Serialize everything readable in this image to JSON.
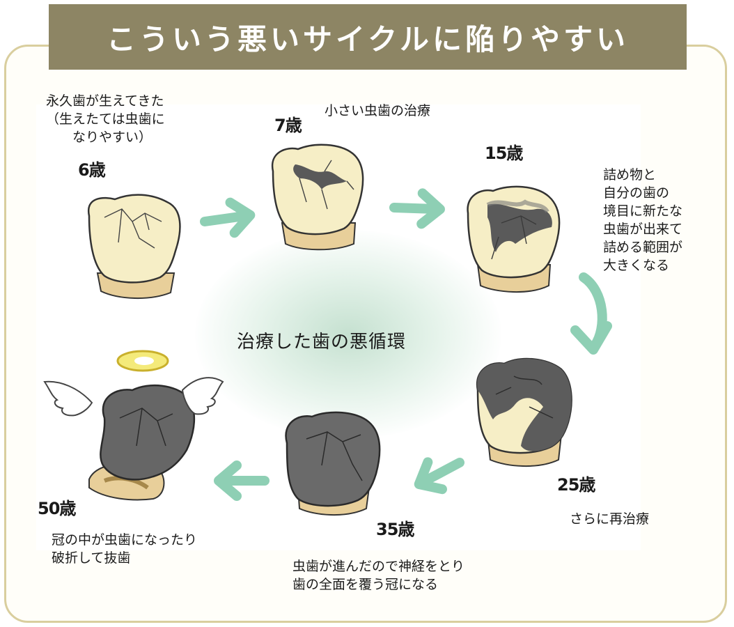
{
  "banner": {
    "title": "こういう悪いサイクルに陥りやすい"
  },
  "center_label": "治療した歯の悪循環",
  "stages": {
    "s6": {
      "age": "6歳",
      "note": "永久歯が生えてきた\n（生えたては虫歯に\n　　なりやすい）"
    },
    "s7": {
      "age": "7歳",
      "note": "小さい虫歯の治療"
    },
    "s15": {
      "age": "15歳",
      "note": "詰め物と\n自分の歯の\n境目に新たな\n虫歯が出来て\n詰める範囲が\n大きくなる"
    },
    "s25": {
      "age": "25歳",
      "note": "さらに再治療"
    },
    "s35": {
      "age": "35歳",
      "note": "虫歯が進んだので神経をとり\n歯の全面を覆う冠になる"
    },
    "s50": {
      "age": "50歳",
      "note": "冠の中が虫歯になったり\n破折して抜歯"
    }
  },
  "colors": {
    "banner": "#8d8564",
    "frame": "#d9ce9e",
    "arrow": "#8ecfb4",
    "crown_healthy": "#f6eec6",
    "root": "#e8cf9a",
    "decay": "#5a5a5a",
    "metal_crown": "#6a6a6a"
  },
  "icons": [
    "tooth-icon",
    "arrow-icon",
    "halo-icon",
    "wing-icon"
  ]
}
